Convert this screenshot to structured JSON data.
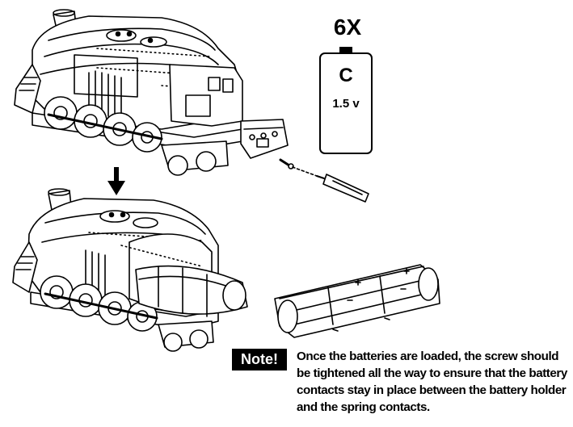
{
  "battery": {
    "quantity": "6X",
    "type_label": "C",
    "voltage": "1.5 v"
  },
  "note": {
    "badge": "Note!",
    "text": "Once the batteries are loaded, the screw should be tightened all the way to ensure that the battery contacts stay in place between the battery holder and the spring contacts."
  },
  "icons": [
    "battery-icon",
    "screwdriver-icon",
    "screw-icon",
    "down-arrow-icon",
    "locomotive-illustration",
    "battery-pack-illustration"
  ]
}
